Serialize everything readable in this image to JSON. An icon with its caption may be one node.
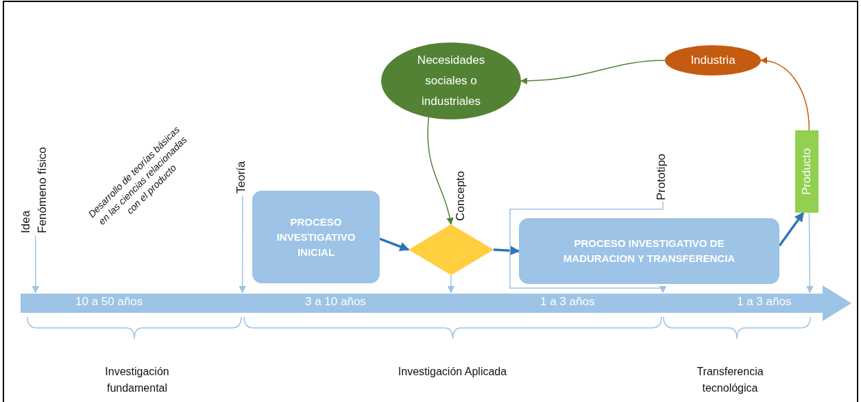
{
  "diagram": {
    "nodes": [
      {
        "text": [
          "Idea",
          "Fenómeno físico"
        ]
      },
      {
        "text": [
          "Teoría"
        ]
      },
      {
        "text": [
          "PROCESO INVESTIGATIVO INICIAL"
        ]
      },
      {
        "text": [],
        "shape": "diamond"
      },
      {
        "text": [
          "Necesidades sociales o industriales"
        ]
      },
      {
        "text": [
          "Prototipo"
        ]
      },
      {
        "text": [
          "PROCESO INVESTIGATIVO DE MADURACION Y TRANSFERENCIA"
        ]
      },
      {
        "text": [
          "Industria"
        ]
      },
      {
        "text": [
          "Producto"
        ]
      },
      {
        "text": [
          "10 a 50 años",
          "3 a 10 años",
          "1 a 3 años",
          "1 a 3 años"
        ]
      }
    ],
    "edges": [
      {
        "from": 0,
        "to": 9,
        "arrow": "to"
      },
      {
        "from": 1,
        "to": 9,
        "arrow": "to"
      },
      {
        "from": 2,
        "to": 3,
        "arrow": "to",
        "style": "thick",
        "color": "#2e75b6"
      },
      {
        "from": 3,
        "to": 6,
        "arrow": "to",
        "style": "thick",
        "color": "#2e75b6"
      },
      {
        "from": 6,
        "to": 8,
        "arrow": "to",
        "style": "thick",
        "color": "#2e75b6"
      },
      {
        "from": 8,
        "to": 7,
        "arrow": "to",
        "color": "#c55a11"
      },
      {
        "from": 7,
        "to": 4,
        "arrow": "to",
        "color": "#548235"
      },
      {
        "from": 4,
        "to": 3,
        "arrow": "to",
        "color": "#548235"
      },
      {
        "from": 3,
        "to": 9,
        "arrow": "to"
      },
      {
        "from": 5,
        "to": 9,
        "arrow": "to"
      },
      {
        "from": 8,
        "to": 9,
        "arrow": "to"
      }
    ],
    "labels": [
      "Desarrollo de teorías básicas en las ciencias relacionadas con el producto",
      "Concepto",
      "Investigación fundamental",
      "Investigación Aplicada",
      "Transferencia tecnológica"
    ]
  }
}
